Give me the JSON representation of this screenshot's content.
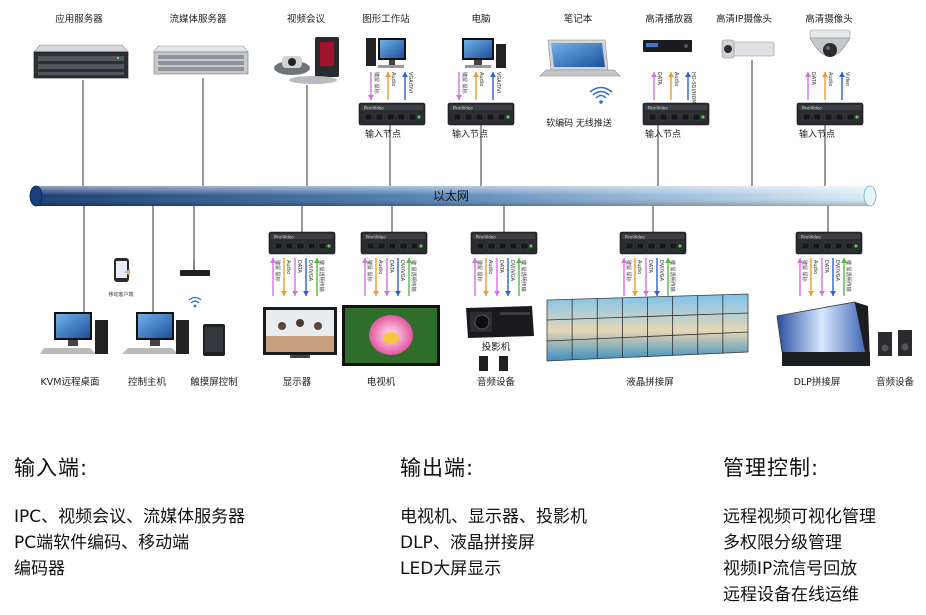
{
  "network": {
    "label": "以太网"
  },
  "top_devices": {
    "app_server": "应用服务器",
    "media_server": "流媒体服务器",
    "video_conf": "视频会议",
    "graphics_ws": "图形工作站",
    "computer": "电脑",
    "laptop": "笔记本",
    "hd_player": "高清播放器",
    "ip_camera": "高清IP摄像头",
    "hd_camera": "高清摄像头"
  },
  "input_node": "输入节点",
  "laptop_note": "软编码 无线推送",
  "encoder_brand": "PinnVideo",
  "signals_top": {
    "ws": [
      "键鼠 鼠标",
      "Audio",
      "VGA/DVI"
    ],
    "pc": [
      "键鼠 鼠标",
      "Audio",
      "VGA/DVI"
    ],
    "player": [
      "DATA",
      "Audio",
      "HD-SDI/HDMI"
    ],
    "camera": [
      "DATA",
      "Audio",
      "Video"
    ]
  },
  "signals_bottom": [
    "键鼠 鼠标",
    "Audio",
    "DATA",
    "DVI/VGA",
    "键 鼠透明传输"
  ],
  "bottom_devices": {
    "kvm": "KVM远程桌面",
    "control_host": "控制主机",
    "touch_control": "触摸屏控制",
    "mobile": "移动客户端",
    "monitor": "显示器",
    "tv": "电视机",
    "projector": "投影机",
    "audio1": "音频设备",
    "lcd_wall": "液晶拼接屏",
    "dlp_wall": "DLP拼接屏",
    "audio2": "音频设备"
  },
  "summary": {
    "input": {
      "title": "输入端:",
      "lines": [
        "IPC、视频会议、流媒体服务器",
        "PC端软件编码、移动端",
        "编码器"
      ]
    },
    "output": {
      "title": "输出端:",
      "lines": [
        "电视机、显示器、投影机",
        "DLP、液晶拼接屏",
        "LED大屏显示"
      ]
    },
    "manage": {
      "title": "管理控制:",
      "lines": [
        "远程视频可视化管理",
        "多权限分级管理",
        "视频IP流信号回放",
        "远程设备在线运维"
      ]
    }
  },
  "colors": {
    "audio": "#f29a2e",
    "data": "#d56ee8",
    "video": "#2e5fd6",
    "kvm": "#55b84a",
    "pipe_dark": "#1e3f7a",
    "pipe_light": "#cfe6f5"
  }
}
